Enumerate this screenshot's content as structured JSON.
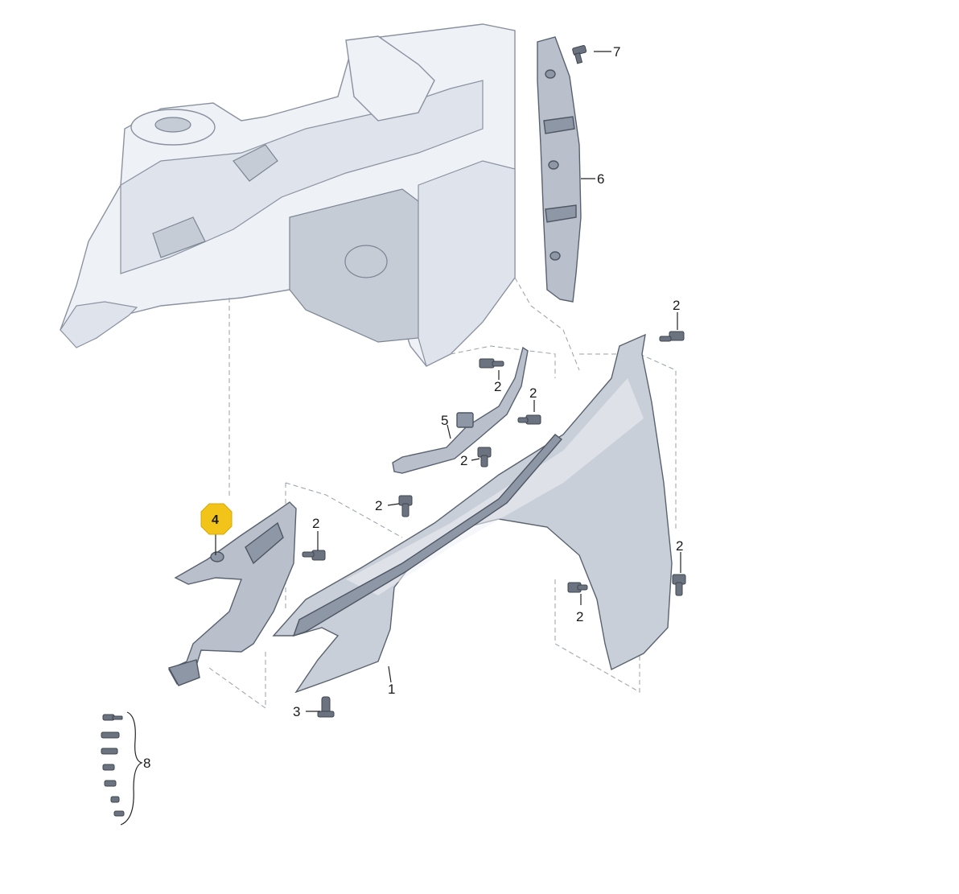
{
  "diagram": {
    "callouts": {
      "fender": "1",
      "bolt": "2",
      "clip": "3",
      "front_bracket": "4",
      "upper_bracket": "5",
      "rear_support": "6",
      "small_bolt": "7",
      "fastener_set": "8"
    },
    "colors": {
      "highlight": "#f2c318",
      "line": "#222222",
      "part_fill": "#b9c0cc",
      "body_fill": "#eef1f6"
    }
  }
}
